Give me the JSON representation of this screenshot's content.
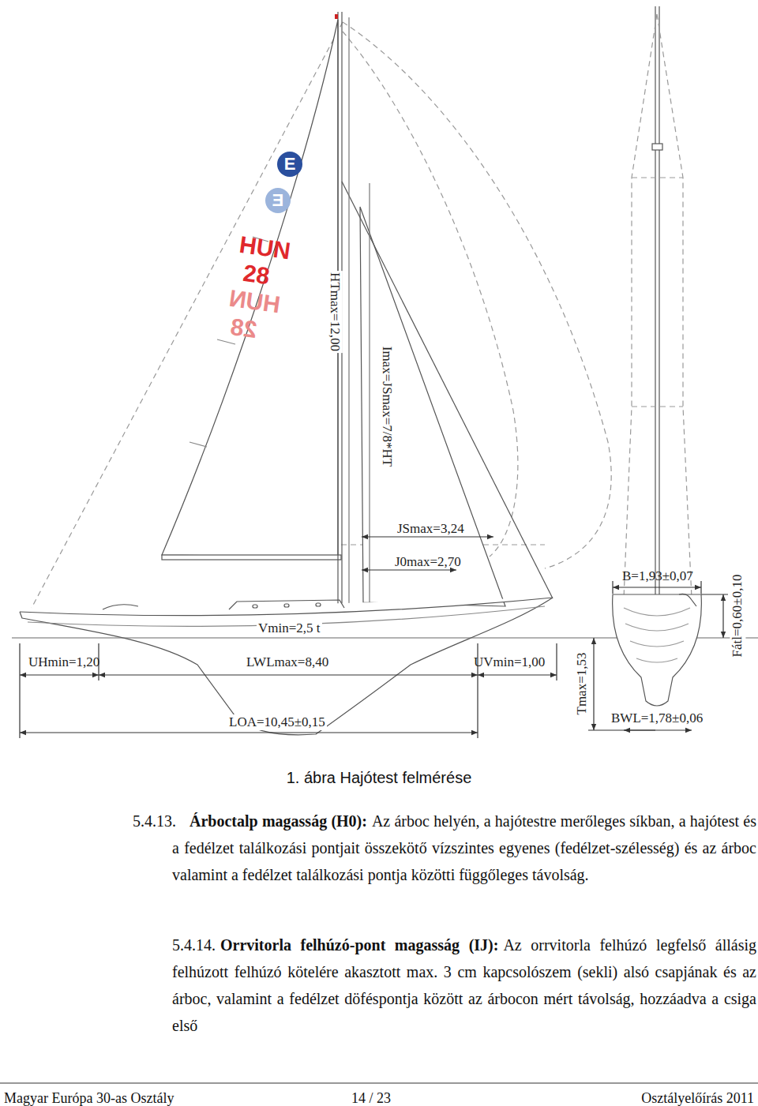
{
  "diagram": {
    "caption": "1. ábra Hajótest felmérése",
    "labels": [
      "E",
      "E",
      "HUN",
      "28",
      "HUN",
      "28",
      "HTmax=12,00",
      "Imax=JSmax=7/8*HT",
      "JSmax=3,24",
      "J0max=2,70",
      "Vmin=2,5 t",
      "UHmin=1,20",
      "LWLmax=8,40",
      "UVmin=1,00",
      "LOA=10,45±0,15",
      "Tmax=1,53",
      "B=1,93±0,07",
      "BWL=1,78±0,06",
      "Fátl=0,60±0,10",
      "5.4.13.",
      "Árboctalp magasság (H0):",
      "Az árboc helyén, a hajótestre merőleges síkban, a hajótest és a fedélzet találkozási pontjait összekötő vízszintes egyenes (fedélzet-szélesség) és az árboc valamint a fedélzet találkozási pontja közötti függőleges távolság.",
      "5.4.14.",
      "Orrvitorla felhúzó-pont magasság (IJ):",
      "Az orrvitorla felhúzó legfelső állásig felhúzott felhúzó kötelére akasztott max. 3 cm kapcsolószem (sekli) alsó csapjának és az árboc, valamint a fedélzet döféspontja között az árbocon mért távolság, hozzáadva a csiga első",
      "Magyar Európa 30-as Osztály",
      "14 / 23",
      "Osztályelőírás 2011"
    ]
  }
}
